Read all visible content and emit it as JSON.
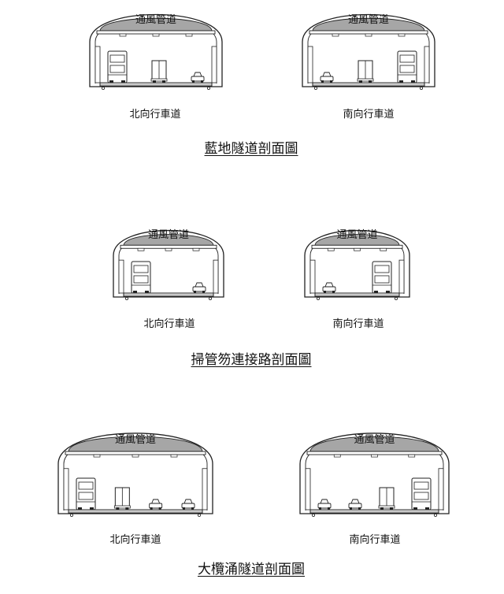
{
  "duct_label": "通風管道",
  "sections": [
    {
      "title": "藍地隧道剖面圖",
      "tubes": [
        {
          "direction_label": "北向行車道",
          "vehicles": [
            "bus-icon",
            "truck-icon",
            "car-icon"
          ]
        },
        {
          "direction_label": "南向行車道",
          "vehicles": [
            "car-icon",
            "truck-icon",
            "bus-icon"
          ]
        }
      ]
    },
    {
      "title": "掃管笏連接路剖面圖",
      "tubes": [
        {
          "direction_label": "北向行車道",
          "vehicles": [
            "bus-icon",
            "car-icon"
          ]
        },
        {
          "direction_label": "南向行車道",
          "vehicles": [
            "car-icon",
            "bus-icon"
          ]
        }
      ]
    },
    {
      "title": "大欖涌隧道剖面圖",
      "tubes": [
        {
          "direction_label": "北向行車道",
          "vehicles": [
            "bus-icon",
            "truck-icon",
            "car-icon",
            "car-icon"
          ]
        },
        {
          "direction_label": "南向行車道",
          "vehicles": [
            "car-icon",
            "car-icon",
            "truck-icon",
            "bus-icon"
          ]
        }
      ]
    }
  ]
}
